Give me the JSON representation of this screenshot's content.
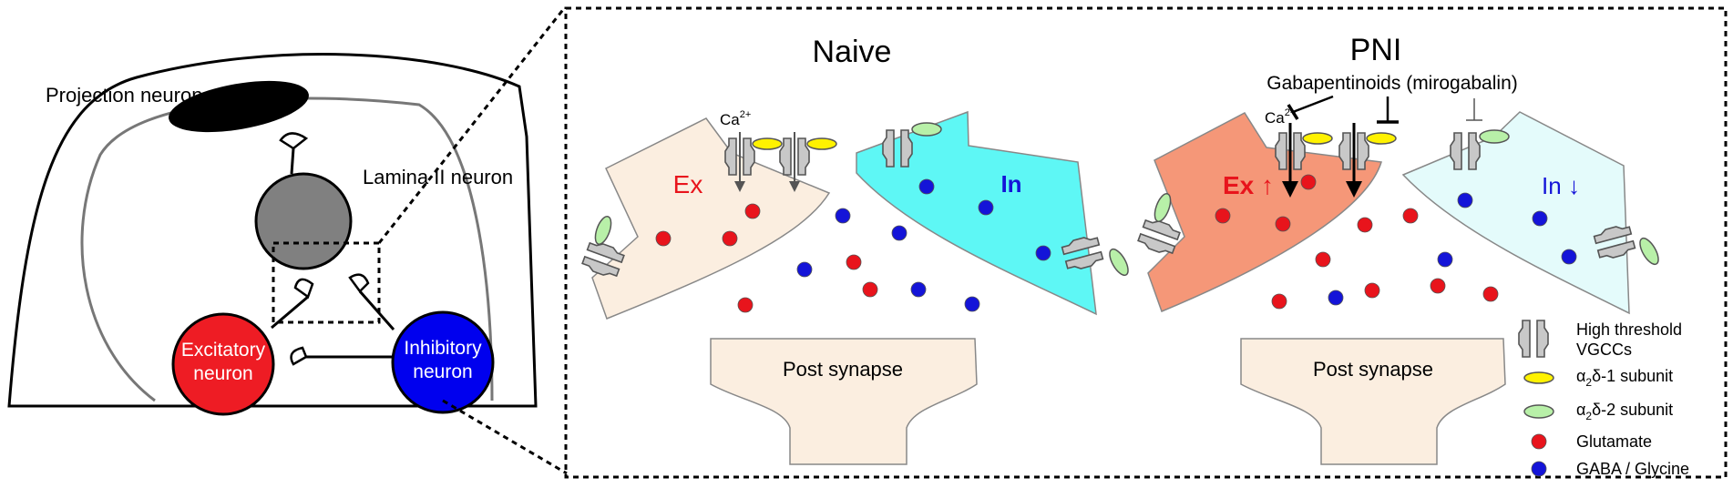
{
  "left_panel": {
    "projection_label": "Projection neuron",
    "lamina_label": "Lamina II neuron",
    "excitatory_line1": "Excitatory",
    "excitatory_line2": "neuron",
    "inhibitory_line1": "Inhibitory",
    "inhibitory_line2": "neuron"
  },
  "naive": {
    "title": "Naive",
    "ca_label": "Ca",
    "ca_charge": "2+",
    "ex_label": "Ex",
    "in_label": "In",
    "post_label": "Post synapse"
  },
  "pni": {
    "title": "PNI",
    "drug_label": "Gabapentinoids (mirogabalin)",
    "ca_label": "Ca",
    "ca_charge": "2+",
    "ex_label": "Ex ↑",
    "in_label": "In ↓",
    "post_label": "Post synapse"
  },
  "legend": {
    "vgcc_line1": "High threshold",
    "vgcc_line2": "VGCCs",
    "a2d1_alpha": "α",
    "a2d1_sub": "2",
    "a2d1_rest": "δ-1 subunit",
    "a2d2_alpha": "α",
    "a2d2_sub": "2",
    "a2d2_rest": "δ-2 subunit",
    "glutamate": "Glutamate",
    "gaba": "GABA / Glycine"
  },
  "colors": {
    "excitatory": "#ee1c24",
    "inhibitory": "#0000ee",
    "glutamate": "#e8141c",
    "gaba": "#1414d8",
    "naive_ex_terminal": "#fbeee0",
    "naive_in_terminal": "#5ef7f5",
    "pni_ex_terminal": "#f59778",
    "pni_in_terminal": "#e4fbfb",
    "post_synapse": "#fbeee0",
    "a2d1": "#fff200",
    "a2d2": "#b8f0a8",
    "vgcc": "#c8c8c8",
    "lamina_neuron": "#808080"
  }
}
